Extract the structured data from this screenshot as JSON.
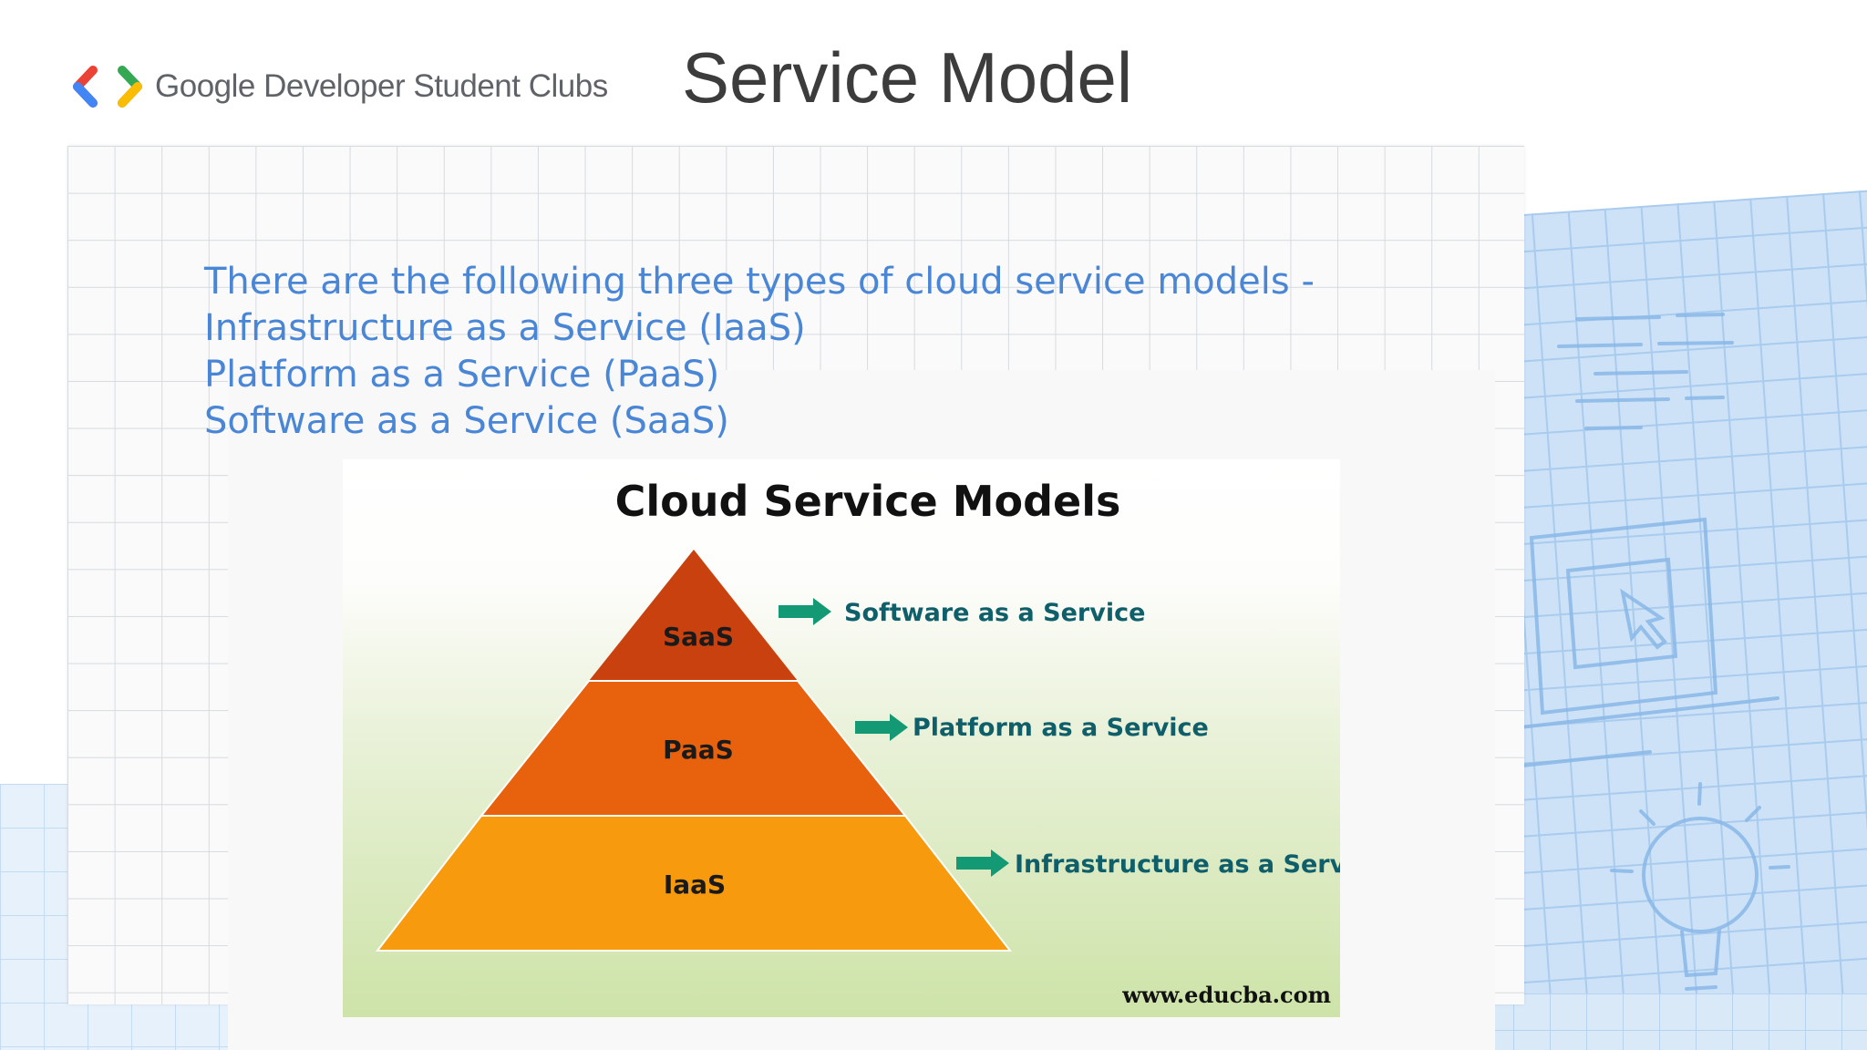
{
  "header": {
    "logo_text": "Google Developer Student Clubs",
    "title": "Service Model"
  },
  "intro": {
    "lines": [
      "There are the following three types of cloud service models -",
      "Infrastructure as a Service (IaaS)",
      "Platform as a Service (PaaS)",
      "Software as a Service (SaaS)"
    ]
  },
  "diagram": {
    "title": "Cloud Service Models",
    "layers": [
      {
        "label": "SaaS",
        "description": "Software as a Service",
        "color": "#c8410f"
      },
      {
        "label": "PaaS",
        "description": "Platform as a Service",
        "color": "#e8620e"
      },
      {
        "label": "IaaS",
        "description": "Infrastructure as a Service",
        "color": "#f79a0d"
      }
    ],
    "arrow_color": "#139a74",
    "text_color": "#0f5f6b",
    "source": "www.educba.com"
  },
  "colors": {
    "intro_text": "#4a86d6",
    "title_text": "#3c3c3c",
    "logo_blue": "#4285f4",
    "logo_red": "#ea4335",
    "logo_green": "#34a853",
    "logo_yellow": "#fbbc04"
  }
}
